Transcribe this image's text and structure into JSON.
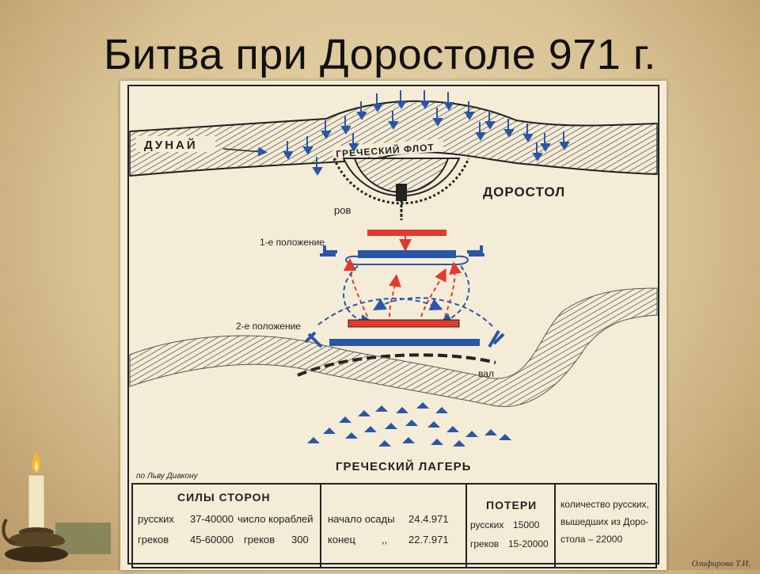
{
  "slide": {
    "title": "Битва при Доростоле 971 г."
  },
  "map": {
    "labels": {
      "river": "ДУНАЙ",
      "fleet": "ГРЕЧЕСКИЙ ФЛОТ",
      "city": "ДОРОСТОЛ",
      "moat": "ров",
      "position1": "1-е положение",
      "position2": "2-е положение",
      "rampart": "вал",
      "camp": "ГРЕЧЕСКИЙ ЛАГЕРЬ",
      "source": "по Льву Диакону"
    },
    "colors": {
      "russian": "#e23a2e",
      "greek": "#2b56a6",
      "ink": "#222222"
    }
  },
  "stats": {
    "forces_title": "СИЛЫ СТОРОН",
    "russians_label": "русских",
    "russians_value": "37-40000",
    "greeks_label": "греков",
    "greeks_value": "45-60000",
    "ships_label": "число кораблей",
    "ships_greeks_label": "греков",
    "ships_greeks_value": "300",
    "siege_start_label": "начало осады",
    "siege_start_value": "24.4.971",
    "siege_end_label": "конец",
    "siege_end_ditto": ",,",
    "siege_end_value": "22.7.971",
    "losses_title": "ПОТЕРИ",
    "losses_russians_label": "русских",
    "losses_russians_value": "15000",
    "losses_greeks_label": "греков",
    "losses_greeks_value": "15-20000",
    "exited_line1": "количество русских,",
    "exited_line2": "вышедших из Доро-",
    "exited_line3": "стола – 22000"
  },
  "footer": {
    "author": "Олифирова Т.И."
  }
}
